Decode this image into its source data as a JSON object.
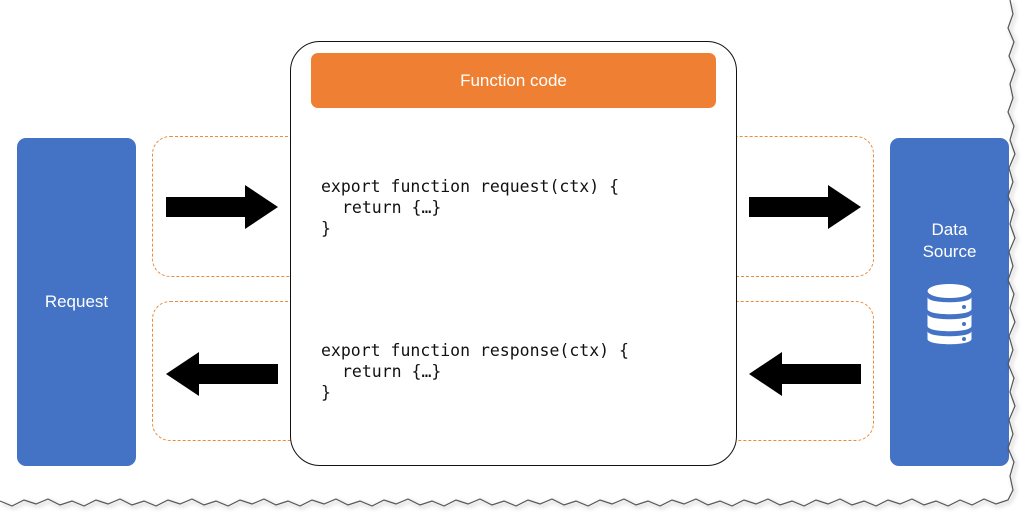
{
  "diagram": {
    "function_code_label": "Function code",
    "request_label": "Request",
    "data_source_label": [
      "Data",
      "Source"
    ],
    "request_handler": {
      "line1": "export function request(ctx) {",
      "line2": "return {…}",
      "line3": "}"
    },
    "response_handler": {
      "line1": "export function response(ctx) {",
      "line2": "return {…}",
      "line3": "}"
    },
    "data_source_icon": "database-icon",
    "colors": {
      "node_blue": "#4472c4",
      "accent_orange": "#ef8033",
      "dashed_orange": "#ed8a3a",
      "arrow_black": "#000000"
    }
  }
}
